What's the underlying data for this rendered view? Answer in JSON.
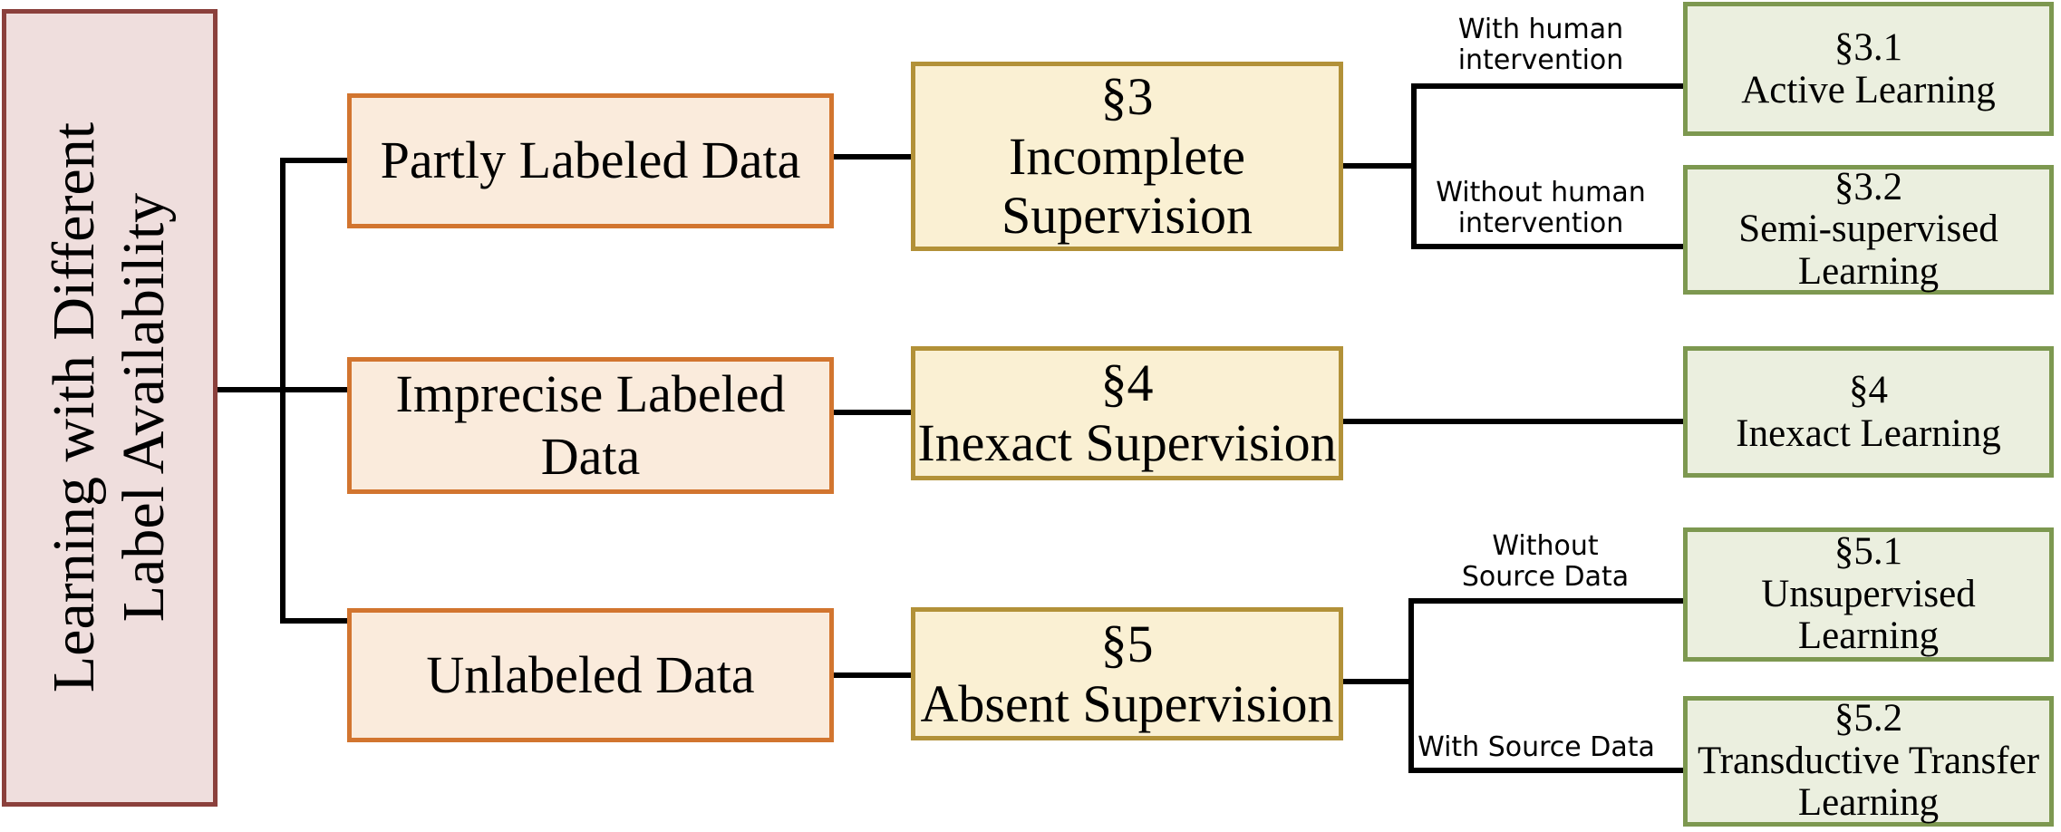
{
  "palette": {
    "root_fill": "#EFDEDD",
    "root_border": "#8B403C",
    "orange_fill": "#FAEBDC",
    "orange_border": "#D2752F",
    "yellow_fill": "#FAF0D3",
    "yellow_border": "#B29138",
    "green_fill": "#EBEFDF",
    "green_border": "#7D9850",
    "line_color": "#000000",
    "text_color": "#000000"
  },
  "nodes": {
    "root": {
      "lines": [
        "Learning with Different",
        "Label Availability"
      ]
    },
    "partly": {
      "lines": [
        "Partly Labeled Data"
      ]
    },
    "imprecise": {
      "lines": [
        "Imprecise Labeled",
        "Data"
      ]
    },
    "unlabeled": {
      "lines": [
        "Unlabeled Data"
      ]
    },
    "incomplete": {
      "lines": [
        "§3",
        "Incomplete",
        "Supervision"
      ]
    },
    "inexact_supervision": {
      "lines": [
        "§4",
        "Inexact Supervision"
      ]
    },
    "absent": {
      "lines": [
        "§5",
        "Absent Supervision"
      ]
    },
    "active": {
      "lines": [
        "§3.1",
        "Active Learning"
      ]
    },
    "semi": {
      "lines": [
        "§3.2",
        "Semi-supervised",
        "Learning"
      ]
    },
    "inexact_learning": {
      "lines": [
        "§4",
        "Inexact Learning"
      ]
    },
    "unsupervised": {
      "lines": [
        "§5.1",
        "Unsupervised",
        "Learning"
      ]
    },
    "transductive": {
      "lines": [
        "§5.2",
        "Transductive Transfer",
        "Learning"
      ]
    }
  },
  "edge_labels": {
    "with_human": {
      "lines": [
        "With human",
        "intervention"
      ]
    },
    "without_human": {
      "lines": [
        "Without human",
        "intervention"
      ]
    },
    "without_source": {
      "lines": [
        "Without",
        "Source Data"
      ]
    },
    "with_source": {
      "lines": [
        "With Source Data"
      ]
    }
  }
}
